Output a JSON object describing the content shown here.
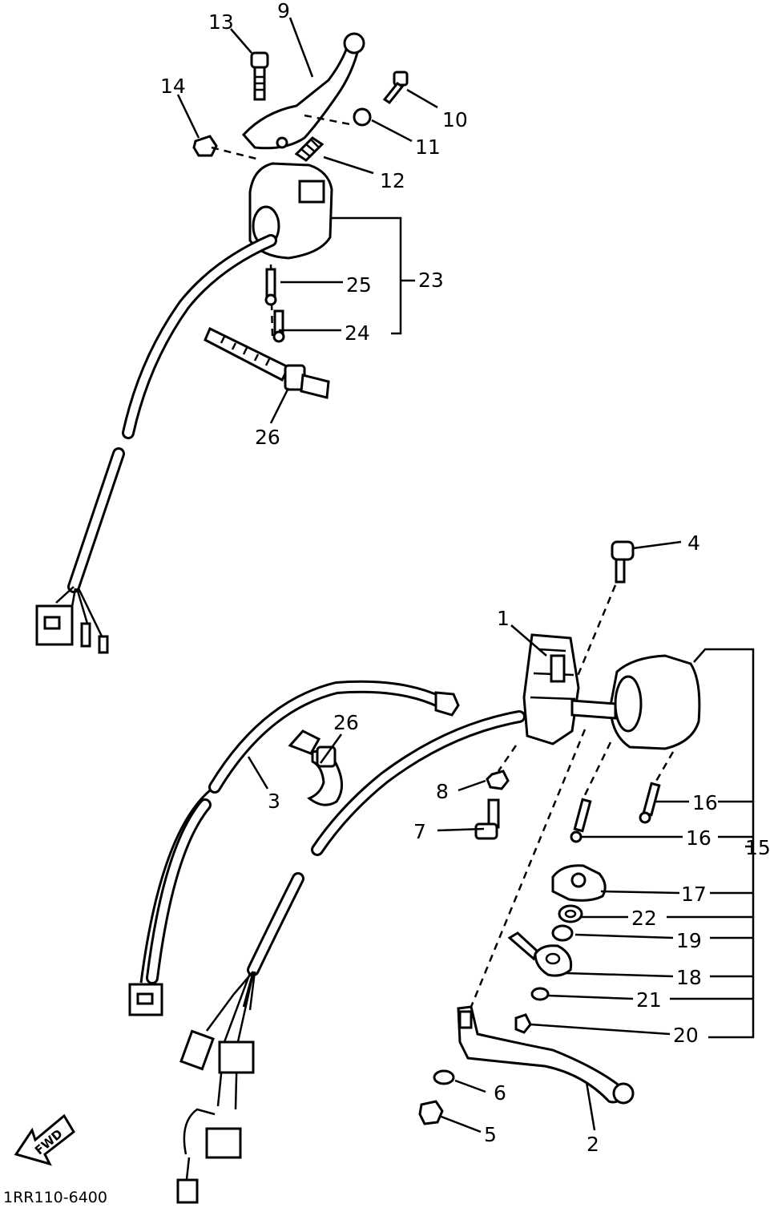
{
  "callouts": [
    {
      "id": "c13",
      "label": "13"
    },
    {
      "id": "c9",
      "label": "9"
    },
    {
      "id": "c14",
      "label": "14"
    },
    {
      "id": "c10",
      "label": "10"
    },
    {
      "id": "c11",
      "label": "11"
    },
    {
      "id": "c12",
      "label": "12"
    },
    {
      "id": "c23",
      "label": "23"
    },
    {
      "id": "c25",
      "label": "25"
    },
    {
      "id": "c24",
      "label": "24"
    },
    {
      "id": "c26a",
      "label": "26"
    },
    {
      "id": "c4",
      "label": "4"
    },
    {
      "id": "c1",
      "label": "1"
    },
    {
      "id": "c26b",
      "label": "26"
    },
    {
      "id": "c3",
      "label": "3"
    },
    {
      "id": "c8",
      "label": "8"
    },
    {
      "id": "c7",
      "label": "7"
    },
    {
      "id": "c16a",
      "label": "16"
    },
    {
      "id": "c16b",
      "label": "16"
    },
    {
      "id": "c15",
      "label": "15"
    },
    {
      "id": "c17",
      "label": "17"
    },
    {
      "id": "c22",
      "label": "22"
    },
    {
      "id": "c19",
      "label": "19"
    },
    {
      "id": "c18",
      "label": "18"
    },
    {
      "id": "c21",
      "label": "21"
    },
    {
      "id": "c20",
      "label": "20"
    },
    {
      "id": "c6",
      "label": "6"
    },
    {
      "id": "c5",
      "label": "5"
    },
    {
      "id": "c2",
      "label": "2"
    }
  ],
  "fwd_label": "FWD",
  "diagram_code": "1RR110-6400"
}
